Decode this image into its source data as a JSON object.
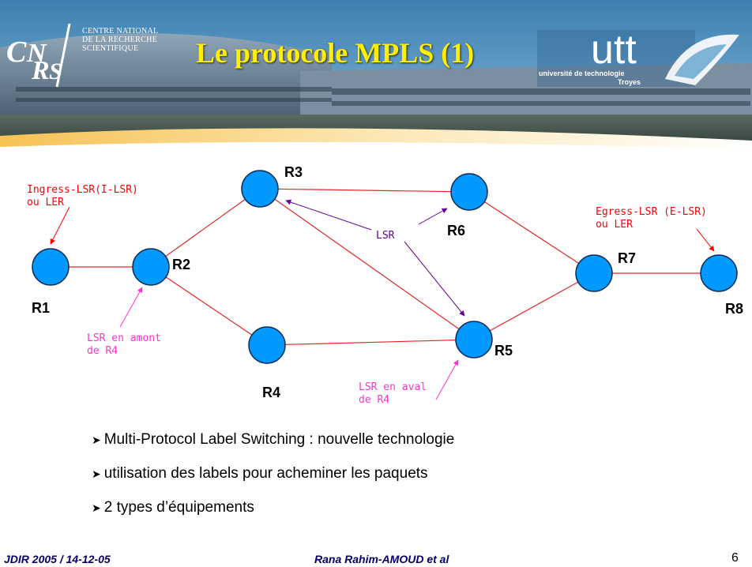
{
  "slide": {
    "title": "Le protocole MPLS (1)",
    "logos": {
      "cnrs_mark": "CNRS",
      "cnrs_lines": [
        "CENTRE NATIONAL",
        "DE LA RECHERCHE",
        "SCIENTIFIQUE"
      ],
      "utt_mark": "utt",
      "utt_sub1": "université de technologie",
      "utt_sub2": "Troyes"
    },
    "colors": {
      "title": "#ffef00",
      "node_fill": "#0099ff",
      "link": "#e0282a",
      "annotation_red": "#ff0000",
      "annotation_magenta": "#ff33cc",
      "annotation_purple": "#660099",
      "footer": "#000066"
    }
  },
  "diagram": {
    "nodes": [
      {
        "id": "R1",
        "label": "R1"
      },
      {
        "id": "R2",
        "label": "R2"
      },
      {
        "id": "R3",
        "label": "R3"
      },
      {
        "id": "R4",
        "label": "R4"
      },
      {
        "id": "R5",
        "label": "R5"
      },
      {
        "id": "R6",
        "label": "R6"
      },
      {
        "id": "R7",
        "label": "R7"
      },
      {
        "id": "R8",
        "label": "R8"
      }
    ],
    "links": [
      [
        "R1",
        "R2"
      ],
      [
        "R2",
        "R3"
      ],
      [
        "R2",
        "R4"
      ],
      [
        "R3",
        "R6"
      ],
      [
        "R3",
        "R5"
      ],
      [
        "R4",
        "R5"
      ],
      [
        "R6",
        "R7"
      ],
      [
        "R5",
        "R7"
      ],
      [
        "R7",
        "R8"
      ]
    ],
    "annotations": {
      "ingress": [
        "Ingress-LSR(I-LSR)",
        "ou LER"
      ],
      "egress": [
        "Egress-LSR (E-LSR)",
        "ou LER"
      ],
      "lsr": "LSR",
      "upstream": [
        "LSR en amont",
        "de R4"
      ],
      "downstream": [
        "LSR en aval",
        "de R4"
      ]
    }
  },
  "bullets": [
    "Multi-Protocol Label Switching : nouvelle technologie",
    "utilisation des labels pour acheminer les paquets",
    "2 types d’équipements"
  ],
  "footer": {
    "left": "JDIR 2005 / 14-12-05",
    "center": "Rana  Rahim-AMOUD et al",
    "page": "6"
  }
}
